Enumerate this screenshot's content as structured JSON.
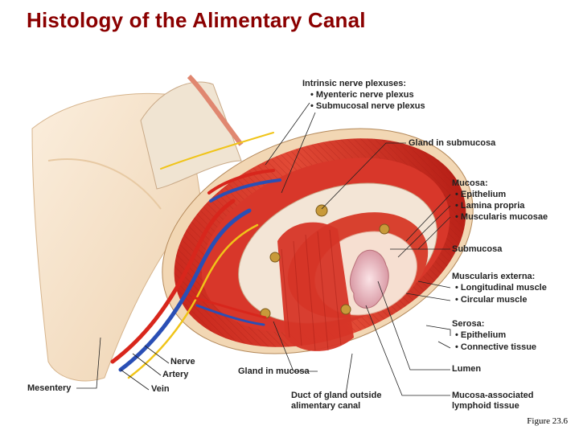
{
  "title": "Histology of the Alimentary Canal",
  "figure_caption": "Figure 23.6",
  "labels": {
    "intrinsic_plexuses": "Intrinsic nerve plexuses:",
    "myenteric": "• Myenteric nerve plexus",
    "submucosal_plexus": "• Submucosal nerve plexus",
    "gland_submucosa": "Gland in submucosa",
    "mucosa": "Mucosa:",
    "epithelium": "• Epithelium",
    "lamina_propria": "• Lamina propria",
    "muscularis_mucosae": "• Muscularis mucosae",
    "submucosa": "Submucosa",
    "muscularis_externa": "Muscularis externa:",
    "longitudinal_muscle": "• Longitudinal muscle",
    "circular_muscle": "• Circular muscle",
    "serosa": "Serosa:",
    "serosa_epithelium": "• Epithelium",
    "connective_tissue": "• Connective tissue",
    "lumen": "Lumen",
    "mucosa_lymphoid_1": "Mucosa-associated",
    "mucosa_lymphoid_2": "lymphoid tissue",
    "duct_1": "Duct of gland outside",
    "duct_2": "alimentary canal",
    "gland_mucosa": "Gland in mucosa",
    "nerve": "Nerve",
    "artery": "Artery",
    "vein": "Vein",
    "mesentery": "Mesentery"
  },
  "colors": {
    "title": "#8b0000",
    "muscle": "#d93a2b",
    "muscle_dark": "#a81e16",
    "submucosa": "#f3e2cf",
    "serosa": "#f5d9b5",
    "artery": "#d8261c",
    "vein": "#2a4fb5",
    "nerve": "#f0c419"
  }
}
